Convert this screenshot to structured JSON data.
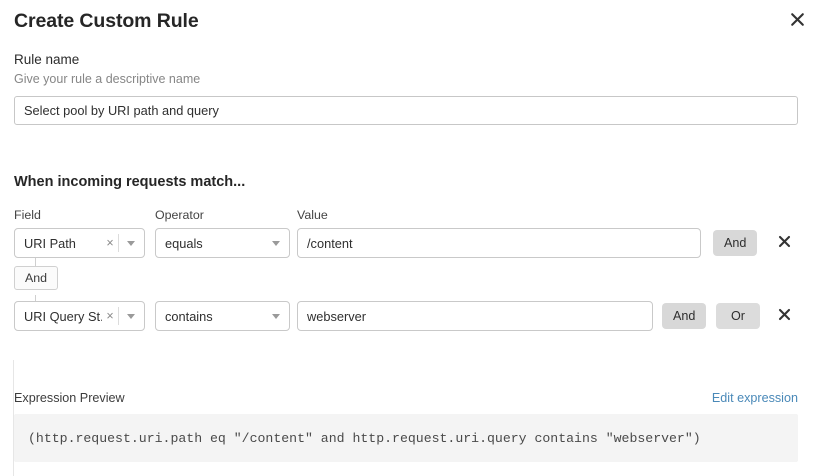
{
  "dialog": {
    "title": "Create Custom Rule",
    "close_icon": "close-icon"
  },
  "rule_name": {
    "label": "Rule name",
    "help": "Give your rule a descriptive name",
    "value": "Select pool by URI path and query",
    "placeholder": "Rule name"
  },
  "match_section": {
    "title": "When incoming requests match...",
    "columns": {
      "field": "Field",
      "operator": "Operator",
      "value": "Value"
    },
    "connector": {
      "label": "And"
    },
    "rows": [
      {
        "field": "URI Path",
        "field_clear_icon": "clear-icon",
        "operator": "equals",
        "value": "/content",
        "value_placeholder": "Enter value",
        "buttons": [
          "And"
        ],
        "delete_icon": "close-icon"
      },
      {
        "field": "URI Query St...",
        "field_clear_icon": "clear-icon",
        "operator": "contains",
        "value": "webserver",
        "value_placeholder": "Enter value",
        "buttons": [
          "And",
          "Or"
        ],
        "delete_icon": "close-icon"
      }
    ]
  },
  "expression_preview": {
    "label": "Expression Preview",
    "edit_link": "Edit expression",
    "code": "(http.request.uri.path eq \"/content\" and http.request.uri.query contains \"webserver\")"
  },
  "colors": {
    "accent_link": "#4a89b8",
    "pill_bg": "#d8d8d8",
    "code_bg": "#f4f4f4",
    "border": "#c9c9c9"
  }
}
